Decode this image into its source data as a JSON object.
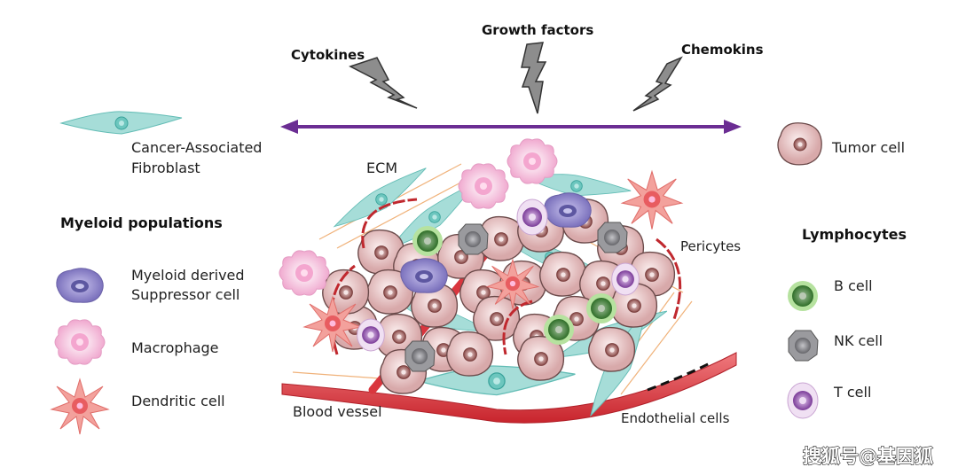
{
  "signals": {
    "cytokines": "Cytokines",
    "growth_factors": "Growth factors",
    "chemokins": "Chemokins"
  },
  "legend_left": {
    "caf_line1": "Cancer-Associated",
    "caf_line2": "Fibroblast",
    "myeloid_heading": "Myeloid populations",
    "mdsc_line1": "Myeloid derived",
    "mdsc_line2": "Suppressor cell",
    "macrophage": "Macrophage",
    "dendritic": "Dendritic cell"
  },
  "legend_right": {
    "tumor": "Tumor cell",
    "lymphocytes_heading": "Lymphocytes",
    "b_cell": "B cell",
    "nk_cell": "NK cell",
    "t_cell": "T cell"
  },
  "center_labels": {
    "ecm": "ECM",
    "pericytes": "Pericytes",
    "blood_vessel": "Blood vessel",
    "endothelial": "Endothelial cells"
  },
  "colors": {
    "arrow": "#6b2d93",
    "tumor": "#e9c6c6",
    "caf": "#8fd6d0",
    "vessel": "#d9363e",
    "bcell": "#3e7f34",
    "nk": "#8a8a8e",
    "tcell": "#8a4ba8",
    "mdsc": "#8b82c9",
    "macrophage": "#f2b6d6",
    "dendritic": "#ef8a86"
  },
  "watermark": "搜狐号@基因狐"
}
